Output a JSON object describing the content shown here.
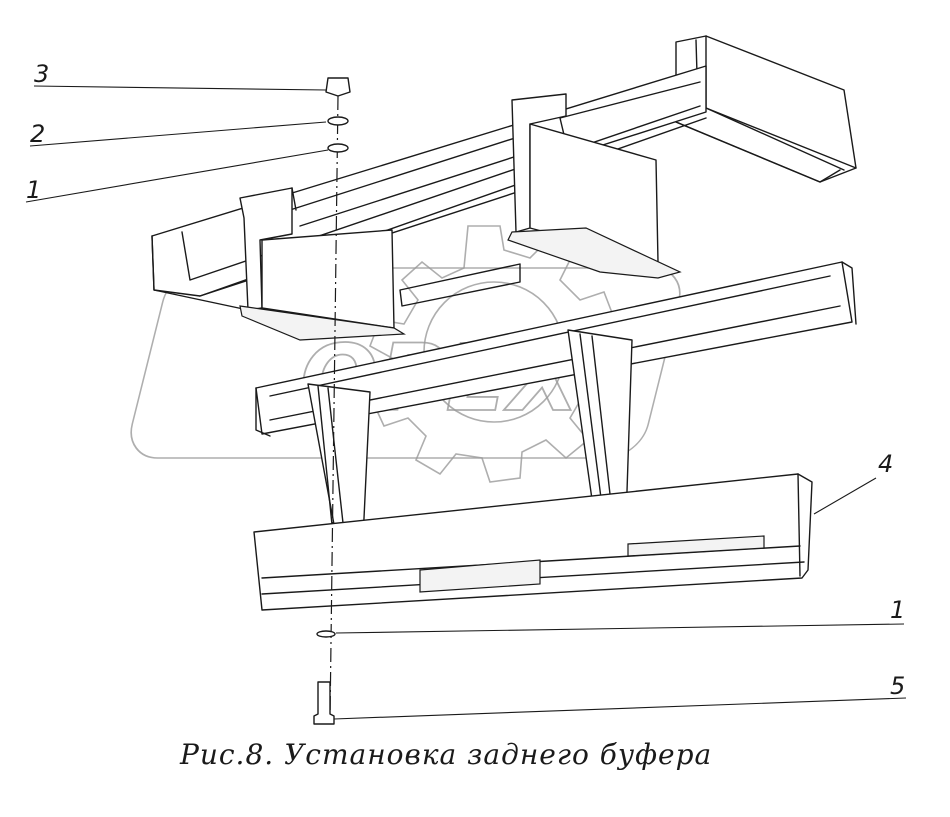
{
  "figure": {
    "caption": "Рис.8.  Установка заднего буфера",
    "watermark": "OPEX",
    "callouts": [
      "3",
      "2",
      "1",
      "4",
      "1",
      "5"
    ]
  }
}
